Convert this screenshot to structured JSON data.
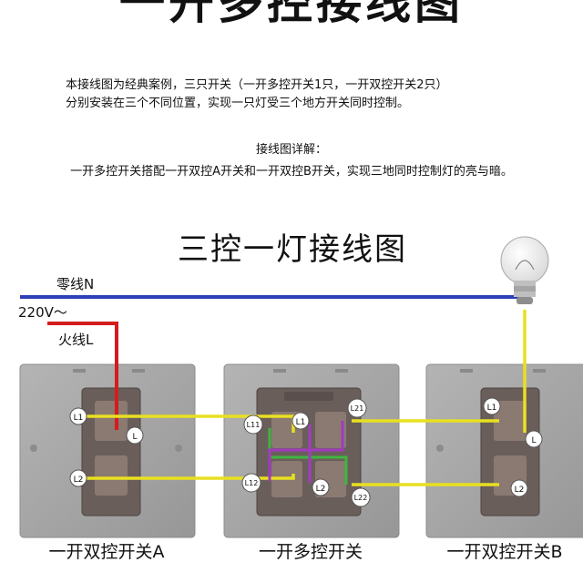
{
  "header": {
    "title": "一开多控接线图"
  },
  "description": {
    "line1": "本接线图为经典案例，三只开关（一开多控开关1只，一开双控开关2只）",
    "line2": "分别安装在三个不同位置，实现一只灯受三个地方开关同时控制。"
  },
  "detail": {
    "heading": "接线图详解：",
    "body": "一开多控开关搭配一开双控A开关和一开双控B开关，实现三地同时控制灯的亮与暗。"
  },
  "diagram": {
    "title": "三控一灯接线图",
    "neutral_label": "零线N",
    "voltage_label": "220V～",
    "live_label": "火线L",
    "terminals": {
      "L1": "L1",
      "L2": "L2",
      "L": "L",
      "L11": "L11",
      "L12": "L12",
      "L21": "L21",
      "L22": "L22"
    },
    "captions": {
      "switch_a": "一开双控开关A",
      "switch_multi": "一开多控开关",
      "switch_b": "一开双控开关B"
    }
  },
  "colors": {
    "neutral_wire": "#2f3fb8",
    "live_wire": "#d41c1c",
    "traveler_yellow": "#e8e020",
    "traveler_green": "#3fb53f",
    "traveler_purple": "#a23ac0",
    "panel": "#a3a3a3",
    "module": "#6a5e5b"
  }
}
